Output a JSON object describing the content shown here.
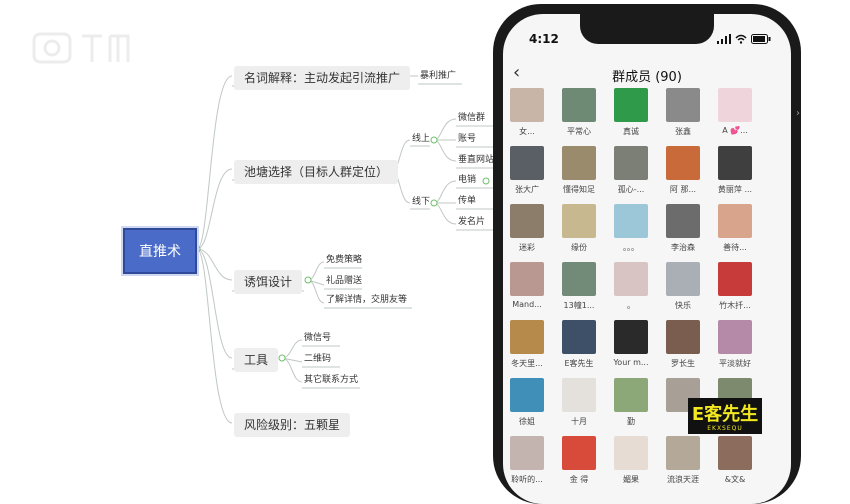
{
  "mindmap": {
    "root": "直推术",
    "branches": [
      {
        "label": "名词解释：主动发起引流推广",
        "children": [
          "暴利推广"
        ]
      },
      {
        "label": "池塘选择（目标人群定位）",
        "groups": [
          {
            "label": "线上",
            "children": [
              "微信群",
              "账号",
              "垂直网站"
            ]
          },
          {
            "label": "线下",
            "children": [
              "电销",
              "传单",
              "发名片"
            ]
          }
        ]
      },
      {
        "label": "诱饵设计",
        "children": [
          "免费策略",
          "礼品赠送",
          "了解详情，交朋友等"
        ]
      },
      {
        "label": "工具",
        "children": [
          "微信号",
          "二维码",
          "其它联系方式"
        ]
      },
      {
        "label": "风险级别：五颗星"
      }
    ]
  },
  "phone": {
    "time": "4:12",
    "title": "群成员 (90)",
    "back_icon": "chevron-left-icon",
    "members": [
      {
        "name": "女...",
        "color": "#c9b4a8"
      },
      {
        "name": "平常心",
        "color": "#6f8a74"
      },
      {
        "name": "真诚",
        "color": "#2e9a4a"
      },
      {
        "name": "张鑫",
        "color": "#8a8a8a"
      },
      {
        "name": "A 💕...",
        "color": "#f0d4dc"
      },
      {
        "name": "张大广",
        "color": "#5a5f66"
      },
      {
        "name": "懂得知足",
        "color": "#9a8b6c"
      },
      {
        "name": "孤心-...",
        "color": "#7b7f75"
      },
      {
        "name": "阿 那...",
        "color": "#c86a3a"
      },
      {
        "name": "黄丽萍 ...",
        "color": "#3f3f3f"
      },
      {
        "name": "迷彩",
        "color": "#8c7d6a"
      },
      {
        "name": "缘份",
        "color": "#c8b890"
      },
      {
        "name": "。。。",
        "color": "#9cc7d8"
      },
      {
        "name": "李治森",
        "color": "#6c6c6c"
      },
      {
        "name": "善待...",
        "color": "#d8a48c"
      },
      {
        "name": "Mand...",
        "color": "#b89890"
      },
      {
        "name": "13幢1...",
        "color": "#728a78"
      },
      {
        "name": "。",
        "color": "#d9c4c4"
      },
      {
        "name": "快乐",
        "color": "#a9afb5"
      },
      {
        "name": "竹木扦...",
        "color": "#c83b3b"
      },
      {
        "name": "冬天里...",
        "color": "#b58a4a"
      },
      {
        "name": "E客先生",
        "color": "#3d5068"
      },
      {
        "name": "Your m...",
        "color": "#2a2a2a"
      },
      {
        "name": "罗长生",
        "color": "#7a5d4e"
      },
      {
        "name": "平淡就好",
        "color": "#b48aa8"
      },
      {
        "name": "徐姐",
        "color": "#3f8fb8"
      },
      {
        "name": "十月",
        "color": "#e4e0dc"
      },
      {
        "name": "勤",
        "color": "#8ca878"
      },
      {
        "name": "",
        "color": "#a8a096"
      },
      {
        "name": "",
        "color": "#7e8a6e"
      },
      {
        "name": "聆听的...",
        "color": "#c4b4b0"
      },
      {
        "name": "金 得",
        "color": "#d84a3a"
      },
      {
        "name": "媚果",
        "color": "#e6dcd4"
      },
      {
        "name": "流浪天涯",
        "color": "#b4a898"
      },
      {
        "name": "&文&",
        "color": "#8c6c5c"
      }
    ],
    "overlay_logo": {
      "text": "E客先生",
      "subtext": "EKXSEQU"
    }
  },
  "watermark_icon": "watermark-logo-icon",
  "colors": {
    "root_fill": "#4a6cc8",
    "branch_line": "#bfc7c4",
    "node_bg": "#eeeeee",
    "dot": "#6fbf6a"
  }
}
